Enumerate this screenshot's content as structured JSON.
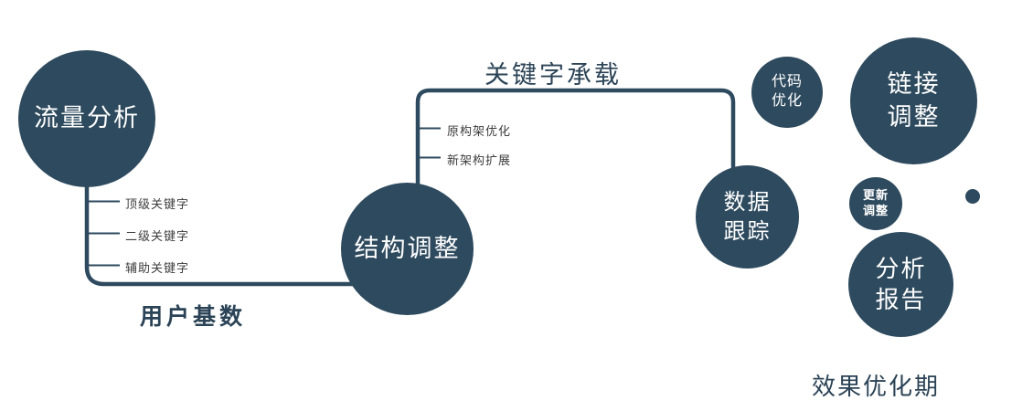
{
  "diagram": {
    "caption": "效果优化期",
    "colors": {
      "node_fill": "#2e4a5e",
      "node_text": "#ffffff",
      "edge_color": "#2e4a5e",
      "label_dark": "#2b4356",
      "label_small": "#3d3d3d"
    }
  },
  "nodes": {
    "traffic": {
      "label": "流量分析"
    },
    "structure": {
      "label": "结构调整"
    },
    "tracking": {
      "line1": "数据",
      "line2": "跟踪"
    },
    "code": {
      "line1": "代码",
      "line2": "优化"
    },
    "link": {
      "line1": "链接",
      "line2": "调整"
    },
    "update": {
      "line1": "更新",
      "line2": "调整"
    },
    "report": {
      "line1": "分析",
      "line2": "报告"
    }
  },
  "edge_labels": {
    "user_base": "用户基数",
    "keyword_bearing": "关键字承载"
  },
  "branch_labels": {
    "traffic": [
      "顶级关键字",
      "二级关键字",
      "辅助关键字"
    ],
    "structure": [
      "原构架优化",
      "新架构扩展"
    ]
  }
}
